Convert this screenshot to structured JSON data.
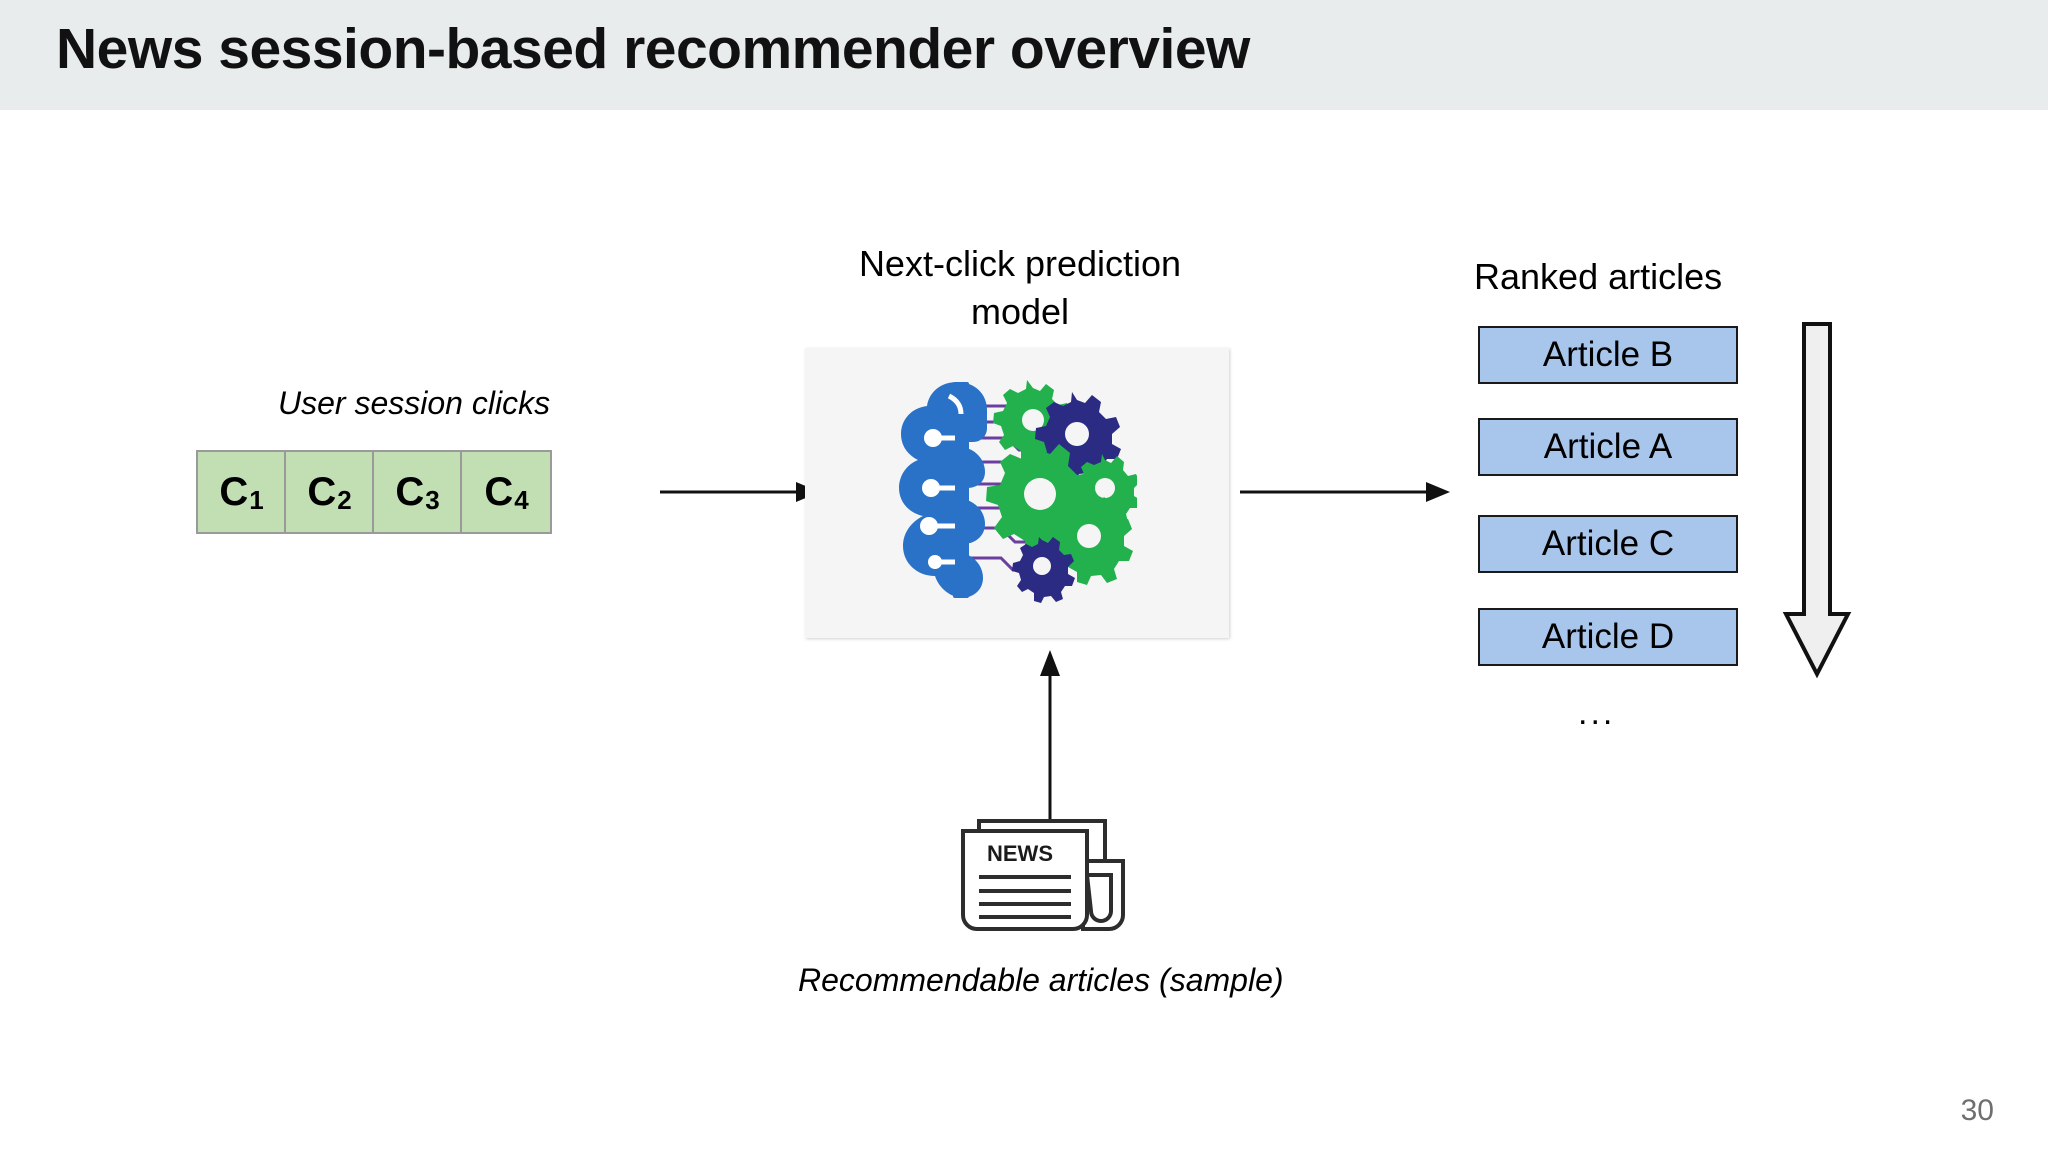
{
  "slide": {
    "title": "News session-based recommender overview",
    "page_number": "30",
    "title_band_color": "#e9ecec",
    "background_color": "#ffffff"
  },
  "session": {
    "caption": "User session clicks",
    "box_fill": "#c2dfb3",
    "box_border": "#9a9a9a",
    "clicks": [
      {
        "symbol": "C",
        "index": "1"
      },
      {
        "symbol": "C",
        "index": "2"
      },
      {
        "symbol": "C",
        "index": "3"
      },
      {
        "symbol": "C",
        "index": "4"
      }
    ]
  },
  "model": {
    "caption": "Next-click prediction\nmodel",
    "panel_fill": "#f5f5f5",
    "icon": "ai-brain-gears-icon",
    "icon_colors": {
      "brain": "#2a72c8",
      "gear_green": "#22b14c",
      "gear_navy": "#2b2b84",
      "circuit": "#6a3fa0"
    }
  },
  "ranked": {
    "caption": "Ranked articles",
    "box_fill": "#a8c6ec",
    "box_border": "#1a1a1a",
    "ellipsis": "...",
    "articles": [
      {
        "label": "Article B"
      },
      {
        "label": "Article A"
      },
      {
        "label": "Article C"
      },
      {
        "label": "Article D"
      }
    ],
    "rank_arrow_fill": "#efefef",
    "rank_arrow_stroke": "#111111"
  },
  "source": {
    "caption": "Recommendable articles (sample)",
    "icon": "newspaper-icon",
    "icon_text": "NEWS"
  },
  "arrows": {
    "session_to_model": "arrow-right",
    "model_to_ranked": "arrow-right",
    "news_to_model": "arrow-up",
    "color": "#111111"
  }
}
